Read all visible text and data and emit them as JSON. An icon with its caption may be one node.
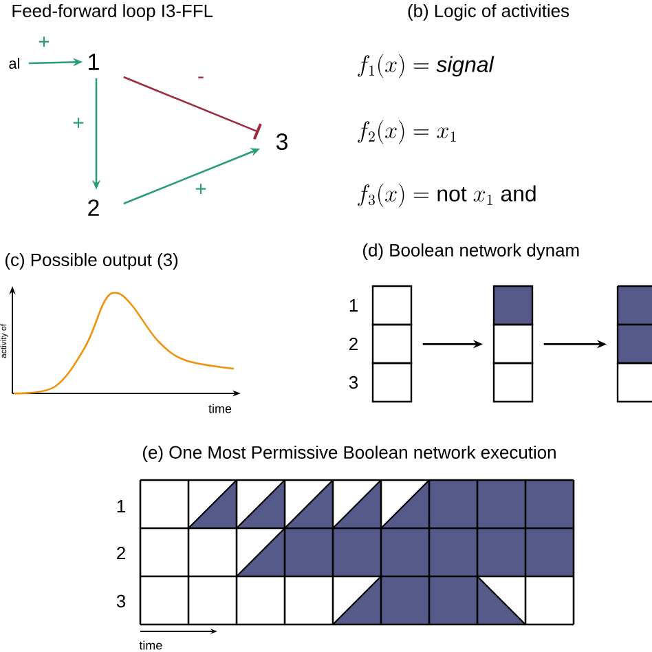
{
  "diagram": {
    "nodes": [
      {
        "text": [
          "al"
        ]
      },
      {
        "text": [
          "1"
        ]
      },
      {
        "text": [
          "2"
        ]
      },
      {
        "text": [
          "3"
        ]
      },
      {
        "text": [],
        "shape": "box",
        "beside": [
          "1",
          "2",
          "3"
        ]
      },
      {
        "text": [],
        "shape": "box"
      },
      {
        "text": [],
        "shape": "box"
      }
    ],
    "edges": [
      {
        "from": 0,
        "to": 1,
        "arrow": "to",
        "label": "+"
      },
      {
        "from": 1,
        "to": 2,
        "arrow": "to",
        "label": "+"
      },
      {
        "from": 1,
        "to": 3,
        "arrow": "other",
        "label": "-",
        "color": "#9c2a3c"
      },
      {
        "from": 2,
        "to": 3,
        "arrow": "to",
        "label": "+"
      },
      {
        "from": 4,
        "to": 5,
        "arrow": "to",
        "color": "#000000"
      },
      {
        "from": 5,
        "to": 6,
        "arrow": "to",
        "color": "#000000"
      }
    ],
    "labels": [
      "Feed-forward loop I3-FFL",
      "(b) Logic of activities",
      "f_1(x) = \\textit{signal}",
      "f_2(x) = x_1",
      "f_3(x) = \\mathrm{not}\\ x_1\\ \\mathrm{and}",
      "(c) Possible output (3)",
      "activity of",
      "time",
      "(d) Boolean network dynam",
      "(e) One Most Permissive Boolean network execution",
      "1",
      "2",
      "3",
      "time"
    ]
  }
}
